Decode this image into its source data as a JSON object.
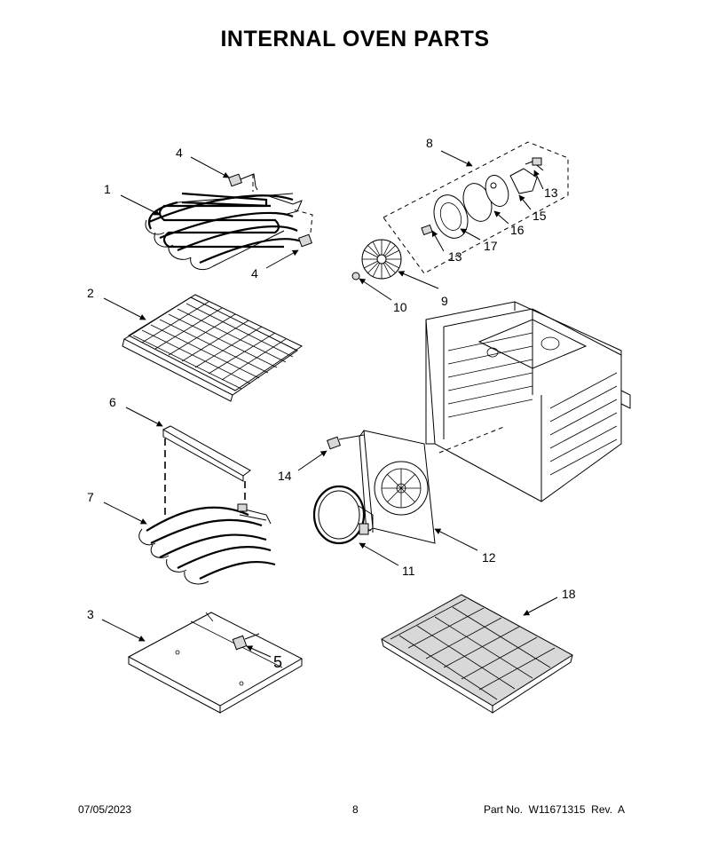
{
  "title": "INTERNAL OVEN PARTS",
  "callouts": {
    "c1": "1",
    "c2": "2",
    "c3": "3",
    "c4a": "4",
    "c4b": "4",
    "c5": "5",
    "c6": "6",
    "c7": "7",
    "c8": "8",
    "c9": "9",
    "c10": "10",
    "c11": "11",
    "c12": "12",
    "c13a": "13",
    "c13b": "13",
    "c14": "14",
    "c15": "15",
    "c16": "16",
    "c17": "17",
    "c18": "18"
  },
  "footer": {
    "date": "07/05/2023",
    "page": "8",
    "part_no": "Part No.  W11671315  Rev.  A"
  }
}
